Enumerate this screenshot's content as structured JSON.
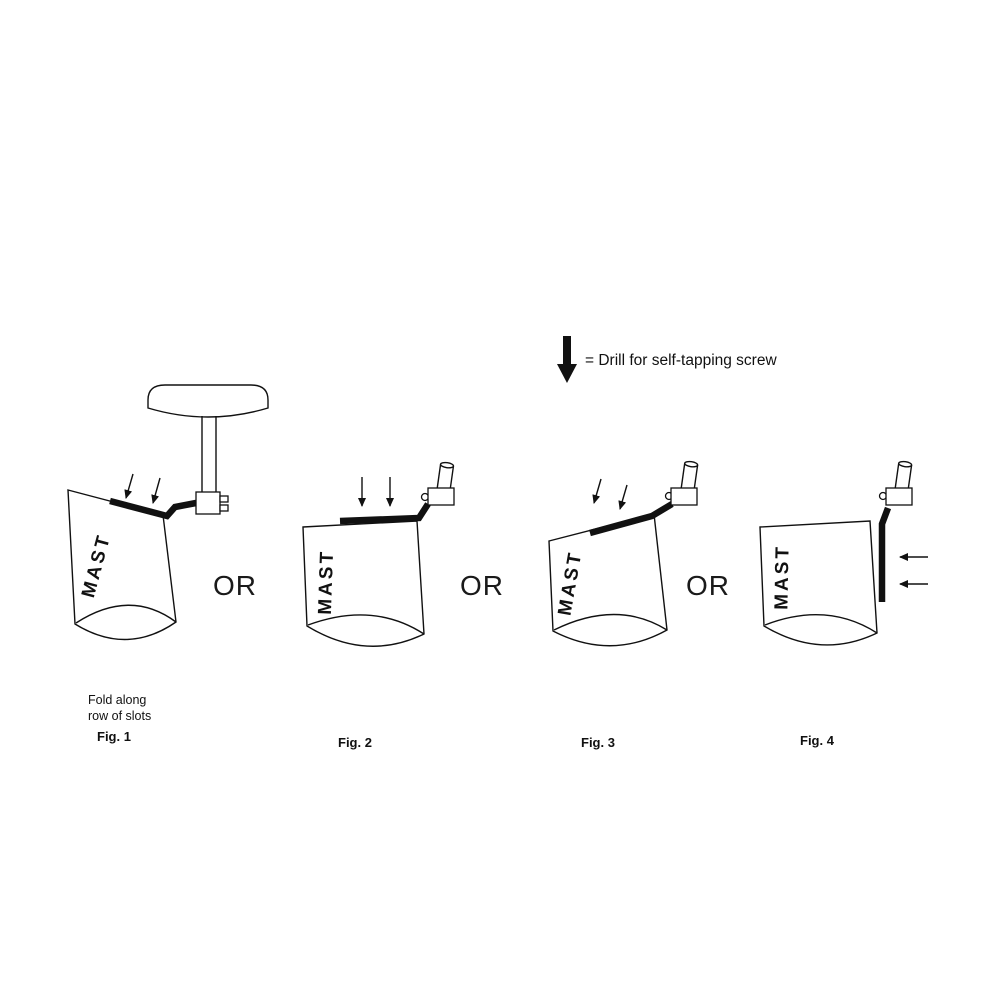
{
  "legend": {
    "label": "= Drill for self-tapping screw"
  },
  "separators": {
    "or": "OR"
  },
  "figures": [
    {
      "caption": "Fig. 1",
      "mast_label": "MAST",
      "note": {
        "line1": "Fold along",
        "line2": "row of slots"
      }
    },
    {
      "caption": "Fig. 2",
      "mast_label": "MAST"
    },
    {
      "caption": "Fig. 3",
      "mast_label": "MAST"
    },
    {
      "caption": "Fig. 4",
      "mast_label": "MAST"
    }
  ],
  "colors": {
    "ink": "#111111",
    "background": "#ffffff"
  }
}
